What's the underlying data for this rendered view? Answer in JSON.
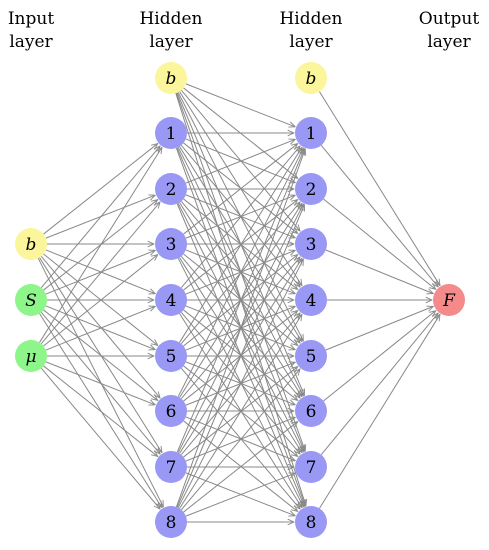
{
  "colors": {
    "bias": "#fbf59b",
    "input": "#8ef58b",
    "hidden": "#9999f5",
    "output": "#f58a8a",
    "edge": "#888888"
  },
  "layers": [
    {
      "id": "input",
      "title_line1": "Input",
      "title_line2": "layer",
      "nodes": [
        {
          "label": "b",
          "kind": "bias",
          "italic": true
        },
        {
          "label": "S",
          "kind": "input",
          "italic": true
        },
        {
          "label": "μ",
          "kind": "input",
          "italic": true
        }
      ]
    },
    {
      "id": "hidden1",
      "title_line1": "Hidden",
      "title_line2": "layer",
      "nodes": [
        {
          "label": "b",
          "kind": "bias",
          "italic": true
        },
        {
          "label": "1",
          "kind": "hidden",
          "italic": false
        },
        {
          "label": "2",
          "kind": "hidden",
          "italic": false
        },
        {
          "label": "3",
          "kind": "hidden",
          "italic": false
        },
        {
          "label": "4",
          "kind": "hidden",
          "italic": false
        },
        {
          "label": "5",
          "kind": "hidden",
          "italic": false
        },
        {
          "label": "6",
          "kind": "hidden",
          "italic": false
        },
        {
          "label": "7",
          "kind": "hidden",
          "italic": false
        },
        {
          "label": "8",
          "kind": "hidden",
          "italic": false
        }
      ]
    },
    {
      "id": "hidden2",
      "title_line1": "Hidden",
      "title_line2": "layer",
      "nodes": [
        {
          "label": "b",
          "kind": "bias",
          "italic": true
        },
        {
          "label": "1",
          "kind": "hidden",
          "italic": false
        },
        {
          "label": "2",
          "kind": "hidden",
          "italic": false
        },
        {
          "label": "3",
          "kind": "hidden",
          "italic": false
        },
        {
          "label": "4",
          "kind": "hidden",
          "italic": false
        },
        {
          "label": "5",
          "kind": "hidden",
          "italic": false
        },
        {
          "label": "6",
          "kind": "hidden",
          "italic": false
        },
        {
          "label": "7",
          "kind": "hidden",
          "italic": false
        },
        {
          "label": "8",
          "kind": "hidden",
          "italic": false
        }
      ]
    },
    {
      "id": "output",
      "title_line1": "Output",
      "title_line2": "layer",
      "nodes": [
        {
          "label": "F",
          "kind": "output",
          "italic": true
        }
      ]
    }
  ]
}
